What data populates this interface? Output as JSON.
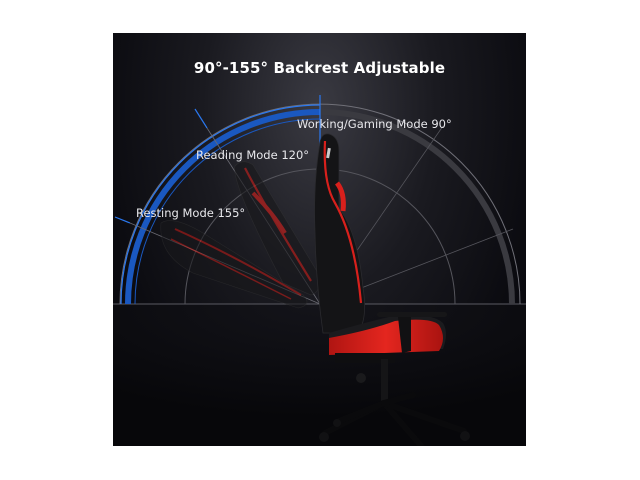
{
  "title": "90°-155° Backrest Adjustable",
  "modes": [
    {
      "label": "Working/Gaming Mode 90°",
      "angle": 90
    },
    {
      "label": "Reading Mode 120°",
      "angle": 120
    },
    {
      "label": "Resting Mode 155°",
      "angle": 155
    }
  ],
  "colors": {
    "background": "#0b0b10",
    "accent_blue": "#1e6be0",
    "chair_red": "#d8201c",
    "chair_black": "#141416",
    "guide_gray": "#6a6a72"
  },
  "image_subject": "gaming-chair-side-view"
}
